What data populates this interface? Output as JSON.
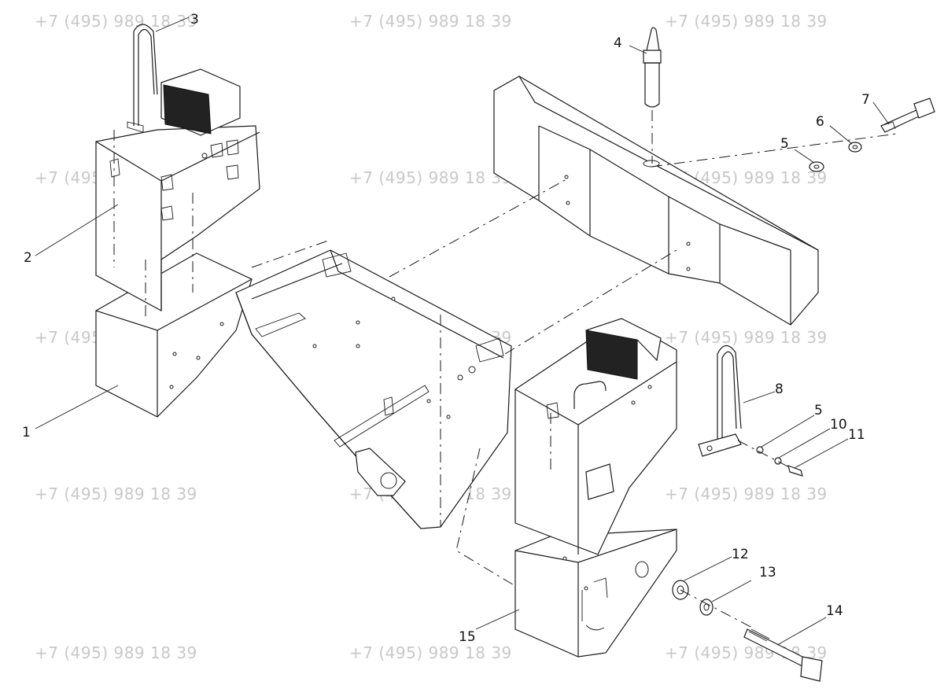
{
  "watermark": {
    "text": "+7 (495) 989 18 39",
    "color": "#c8c8c8"
  },
  "callouts": [
    {
      "id": "1",
      "label": "1"
    },
    {
      "id": "2",
      "label": "2"
    },
    {
      "id": "3",
      "label": "3"
    },
    {
      "id": "4",
      "label": "4"
    },
    {
      "id": "5a",
      "label": "5"
    },
    {
      "id": "5b",
      "label": "5"
    },
    {
      "id": "6",
      "label": "6"
    },
    {
      "id": "7",
      "label": "7"
    },
    {
      "id": "8",
      "label": "8"
    },
    {
      "id": "10",
      "label": "10"
    },
    {
      "id": "11",
      "label": "11"
    },
    {
      "id": "12",
      "label": "12"
    },
    {
      "id": "13",
      "label": "13"
    },
    {
      "id": "14",
      "label": "14"
    },
    {
      "id": "15",
      "label": "15"
    }
  ]
}
